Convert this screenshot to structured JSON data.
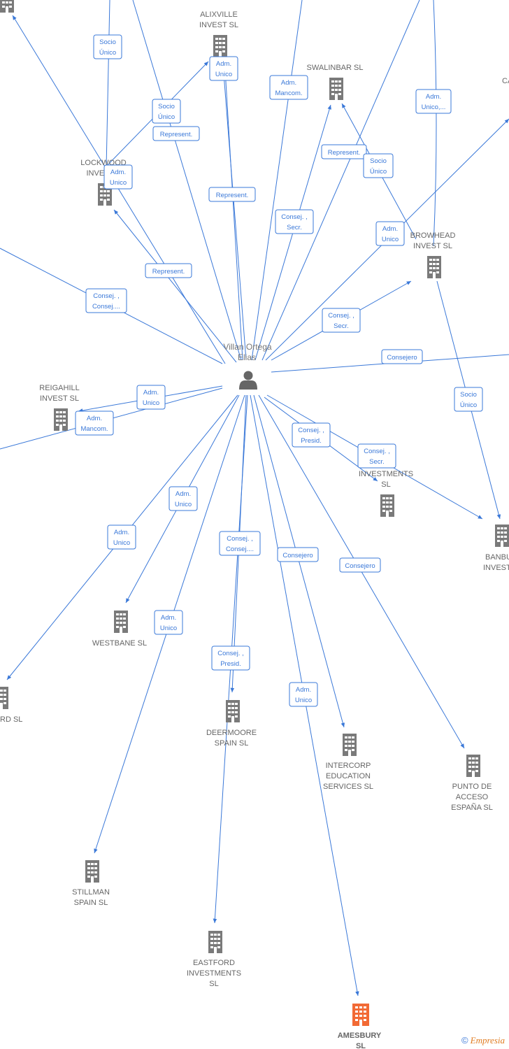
{
  "center": {
    "label": [
      "Villan Ortega",
      "Elias"
    ]
  },
  "colors": {
    "edge": "#3a78d8",
    "building": "#7a7a7a",
    "highlight": "#f26a35",
    "person": "#666666"
  },
  "nodes": [
    {
      "id": "topleft",
      "label": []
    },
    {
      "id": "alixville",
      "label": [
        "ALIXVILLE",
        "INVEST SL"
      ]
    },
    {
      "id": "swalinbar",
      "label": [
        "SWALINBAR SL"
      ]
    },
    {
      "id": "ca",
      "label": [
        "CA"
      ]
    },
    {
      "id": "lockwood",
      "label": [
        "LOCKWOOD",
        "INVES"
      ]
    },
    {
      "id": "browhead",
      "label": [
        "BROWHEAD",
        "INVEST SL"
      ]
    },
    {
      "id": "reigahill",
      "label": [
        "REIGAHILL",
        "INVEST SL"
      ]
    },
    {
      "id": "investments",
      "label": [
        "INVESTMENTS",
        "SL"
      ]
    },
    {
      "id": "banbu",
      "label": [
        "BANBU",
        "INVEST"
      ]
    },
    {
      "id": "westbane",
      "label": [
        "WESTBANE SL"
      ]
    },
    {
      "id": "rd",
      "label": [
        "RD SL"
      ]
    },
    {
      "id": "deermoore",
      "label": [
        "DEERMOORE",
        "SPAIN SL"
      ]
    },
    {
      "id": "intercorp",
      "label": [
        "INTERCORP",
        "EDUCATION",
        "SERVICES SL"
      ]
    },
    {
      "id": "punto",
      "label": [
        "PUNTO DE",
        "ACCESO",
        "ESPAÑA SL"
      ]
    },
    {
      "id": "stillman",
      "label": [
        "STILLMAN",
        "SPAIN SL"
      ]
    },
    {
      "id": "eastford",
      "label": [
        "EASTFORD",
        "INVESTMENTS",
        "SL"
      ]
    },
    {
      "id": "amesbury",
      "label": [
        "AMESBURY",
        "SL"
      ],
      "highlight": true
    }
  ],
  "relations": [
    {
      "id": "r1",
      "text": [
        "Socio",
        "Único"
      ]
    },
    {
      "id": "r2",
      "text": [
        "Adm.",
        "Unico"
      ]
    },
    {
      "id": "r3",
      "text": [
        "Adm.",
        "Mancom."
      ]
    },
    {
      "id": "r4",
      "text": [
        "Adm.",
        "Unico,..."
      ]
    },
    {
      "id": "r5",
      "text": [
        "Socio",
        "Único"
      ]
    },
    {
      "id": "r6",
      "text": [
        "Represent."
      ]
    },
    {
      "id": "r7",
      "text": [
        "Represent."
      ]
    },
    {
      "id": "r8",
      "text": [
        "Socio",
        "Único"
      ]
    },
    {
      "id": "r9",
      "text": [
        "Adm.",
        "Unico"
      ]
    },
    {
      "id": "r10",
      "text": [
        "Represent."
      ]
    },
    {
      "id": "r11",
      "text": [
        "Consej. ,",
        "Secr."
      ]
    },
    {
      "id": "r12",
      "text": [
        "Adm.",
        "Unico"
      ]
    },
    {
      "id": "r13",
      "text": [
        "Represent."
      ]
    },
    {
      "id": "r14",
      "text": [
        "Consej. ,",
        "Consej...."
      ]
    },
    {
      "id": "r15",
      "text": [
        "Consej. ,",
        "Secr."
      ]
    },
    {
      "id": "r16",
      "text": [
        "Consejero"
      ]
    },
    {
      "id": "r17",
      "text": [
        "Adm.",
        "Unico"
      ]
    },
    {
      "id": "r18",
      "text": [
        "Socio",
        "Único"
      ]
    },
    {
      "id": "r19",
      "text": [
        "Adm.",
        "Mancom."
      ]
    },
    {
      "id": "r20",
      "text": [
        "Consej. ,",
        "Presid."
      ]
    },
    {
      "id": "r21",
      "text": [
        "Consej. ,",
        "Secr."
      ]
    },
    {
      "id": "r22",
      "text": [
        "Adm.",
        "Unico"
      ]
    },
    {
      "id": "r23",
      "text": [
        "Adm.",
        "Unico"
      ]
    },
    {
      "id": "r24",
      "text": [
        "Consej. ,",
        "Consej...."
      ]
    },
    {
      "id": "r25",
      "text": [
        "Consejero"
      ]
    },
    {
      "id": "r26",
      "text": [
        "Consejero"
      ]
    },
    {
      "id": "r27",
      "text": [
        "Adm.",
        "Unico"
      ]
    },
    {
      "id": "r28",
      "text": [
        "Consej. ,",
        "Presid."
      ]
    },
    {
      "id": "r29",
      "text": [
        "Adm.",
        "Unico"
      ]
    }
  ],
  "watermark": {
    "copyright": "©",
    "brand": "Empresia"
  }
}
